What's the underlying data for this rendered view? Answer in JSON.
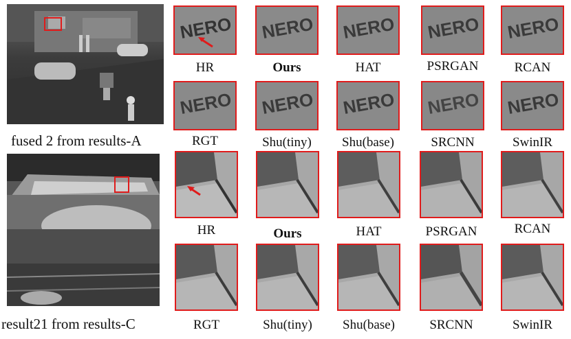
{
  "figure": {
    "groups": [
      {
        "caption": "fused 2 from results-A",
        "scene": "street",
        "patch": "nero",
        "rows": [
          [
            "HR",
            "Ours",
            "HAT",
            "PSRGAN",
            "RCAN"
          ],
          [
            "RGT",
            "Shu(tiny)",
            "Shu(base)",
            "SRCNN",
            "SwinIR"
          ]
        ]
      },
      {
        "caption": "result21 from results-C",
        "scene": "bridge",
        "patch": "edge",
        "rows": [
          [
            "HR",
            "Ours",
            "HAT",
            "PSRGAN",
            "RCAN"
          ],
          [
            "RGT",
            "Shu(tiny)",
            "Shu(base)",
            "SRCNN",
            "SwinIR"
          ]
        ]
      }
    ],
    "bold_label": "Ours",
    "accent_color": "#e01b1b"
  }
}
